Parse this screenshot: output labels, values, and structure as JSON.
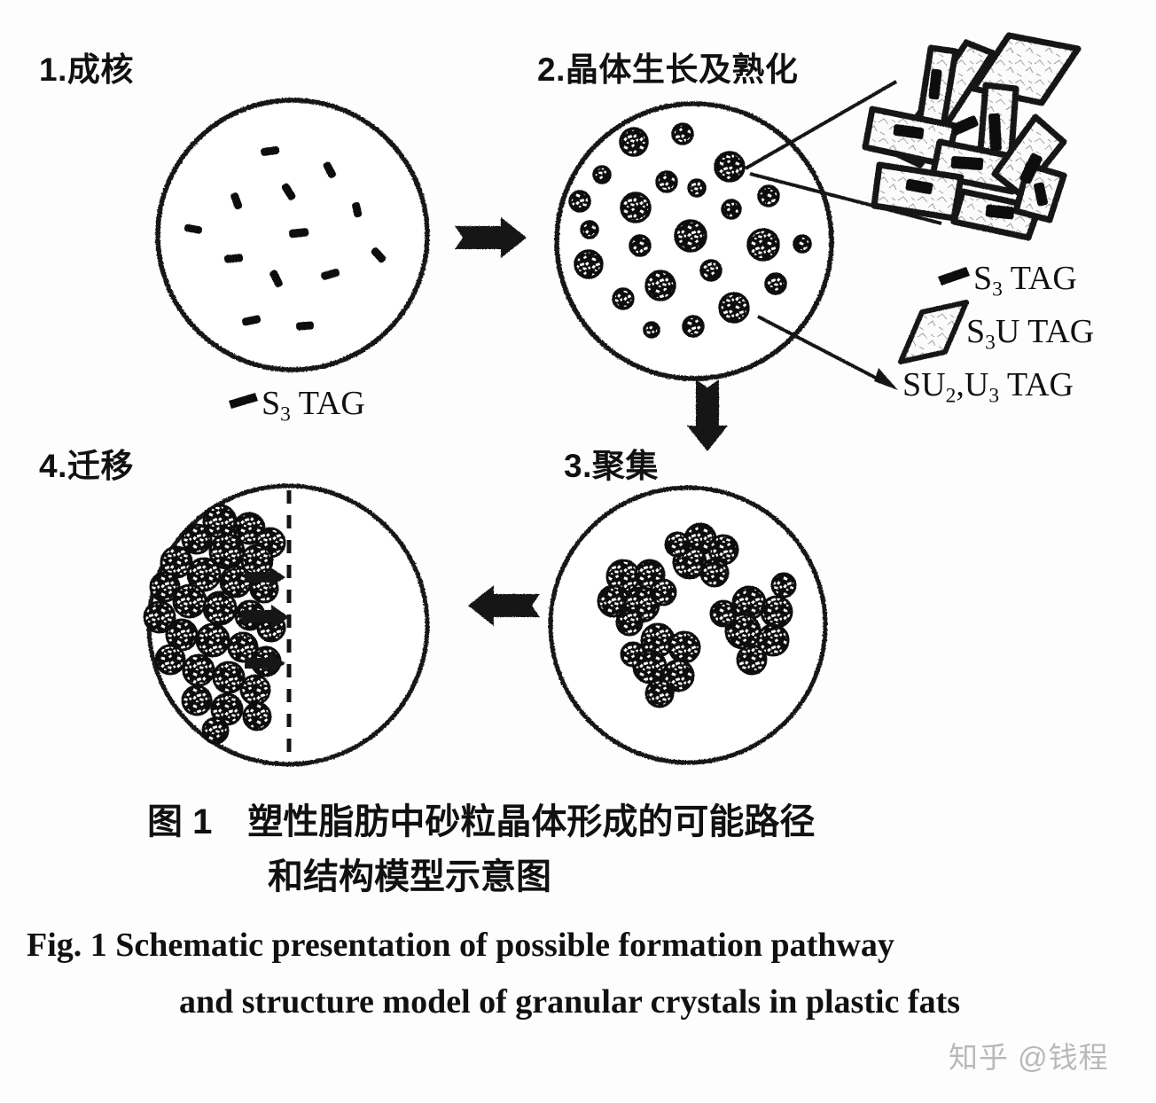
{
  "figure": {
    "stages": [
      {
        "id": "nucleation",
        "label": "1.成核"
      },
      {
        "id": "growth",
        "label": "2.晶体生长及熟化"
      },
      {
        "id": "aggregation",
        "label": "3.聚集"
      },
      {
        "id": "migration",
        "label": "4.迁移"
      }
    ],
    "inline_annotation": {
      "id": "s3-tag-pointer",
      "text": "S3 TAG"
    },
    "legend": {
      "items": [
        {
          "marker": "rod-glyph",
          "text": "S3 TAG"
        },
        {
          "marker": "platelet-glyph",
          "text": "S3U TAG"
        },
        {
          "marker": "arrow-pointer-glyph",
          "text": "SU2,U3 TAG"
        }
      ]
    },
    "caption": {
      "chinese_line1": "图 1　塑性脂肪中砂粒晶体形成的可能路径",
      "chinese_line2": "和结构模型示意图",
      "english_line1": "Fig. 1   Schematic presentation of possible formation pathway",
      "english_line2": "and structure model of granular crystals in plastic fats"
    },
    "watermark": "知乎 @钱程",
    "colors": {
      "ink": "#141414",
      "paper": "#fdfdfd",
      "watermark": "#b9b9b9"
    }
  }
}
